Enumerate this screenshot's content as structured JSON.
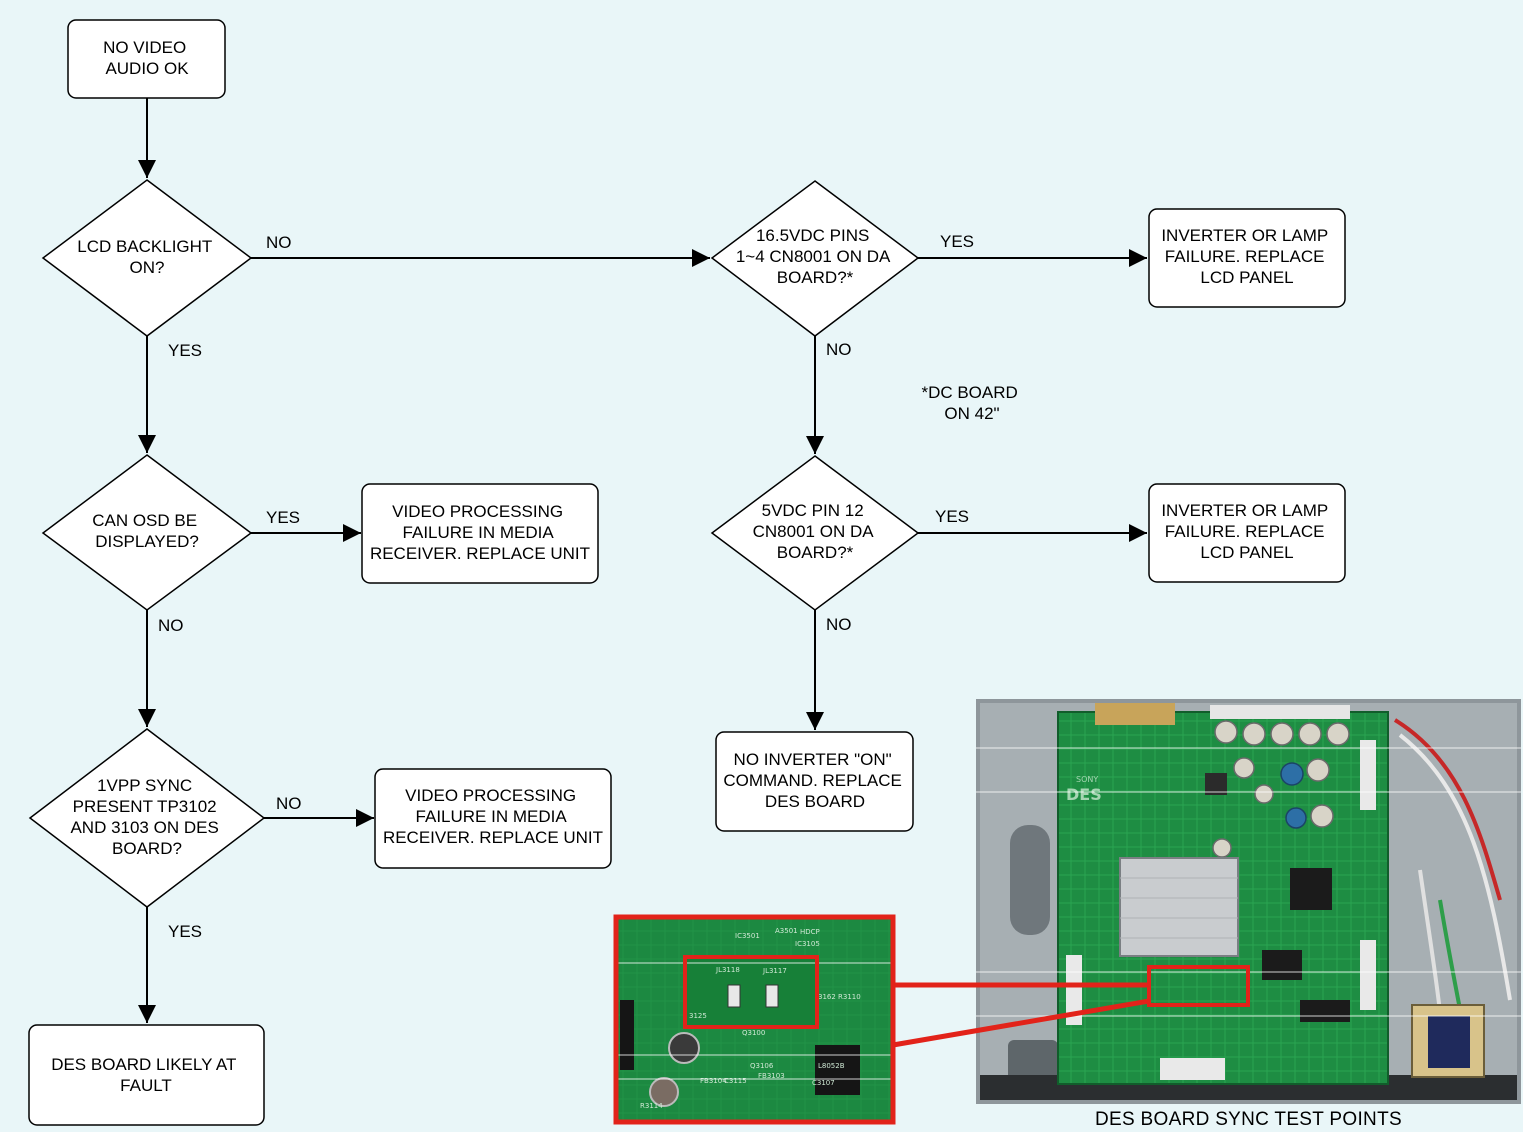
{
  "flowchart": {
    "start": [
      "NO VIDEO",
      "AUDIO OK"
    ],
    "q_backlight": [
      "LCD BACKLIGHT",
      "ON?"
    ],
    "q_osd": [
      "CAN OSD BE",
      "DISPLAYED?"
    ],
    "q_sync": [
      "1VPP SYNC",
      "PRESENT TP3102",
      "AND 3103 ON DES",
      "BOARD?"
    ],
    "q_16v": [
      "16.5VDC PINS",
      "1~4 CN8001 ON DA",
      "BOARD?*"
    ],
    "q_5v": [
      "5VDC PIN 12",
      "CN8001 ON DA",
      "BOARD?*"
    ],
    "r_video_osd": [
      "VIDEO PROCESSING",
      "FAILURE IN MEDIA",
      "RECEIVER. REPLACE UNIT"
    ],
    "r_video_sync": [
      "VIDEO PROCESSING",
      "FAILURE IN MEDIA",
      "RECEIVER. REPLACE UNIT"
    ],
    "r_des_fault": [
      "DES BOARD LIKELY AT",
      "FAULT"
    ],
    "r_inverter_1": [
      "INVERTER OR LAMP",
      "FAILURE. REPLACE",
      "LCD PANEL"
    ],
    "r_inverter_2": [
      "INVERTER OR LAMP",
      "FAILURE. REPLACE",
      "LCD PANEL"
    ],
    "r_no_inverter": [
      "NO INVERTER \"ON\"",
      "COMMAND. REPLACE",
      "DES BOARD"
    ],
    "note": [
      "*DC BOARD",
      "ON 42\""
    ],
    "edge_labels": {
      "backlight_no": "NO",
      "backlight_yes": "YES",
      "osd_yes": "YES",
      "osd_no": "NO",
      "sync_no": "NO",
      "sync_yes": "YES",
      "v16_yes": "YES",
      "v16_no": "NO",
      "v5_yes": "YES",
      "v5_no": "NO"
    }
  },
  "photo": {
    "caption": "DES BOARD SYNC TEST POINTS",
    "board_print": "DES",
    "brand_print": "SONY",
    "inset_labels": [
      "JL3118",
      "JL3117",
      "IC3501",
      "A3501",
      "HDCP",
      "IC3105",
      "Q3100",
      "Q3106",
      "C3107",
      "FB3103",
      "FB3104",
      "C3115",
      "R3114",
      "3162",
      "R3110",
      "L8052B",
      "3125"
    ]
  },
  "colors": {
    "background": "#e9f6f8",
    "box_fill": "#ffffff",
    "highlight": "#e2231a",
    "board_green": "#1d8a3f"
  }
}
